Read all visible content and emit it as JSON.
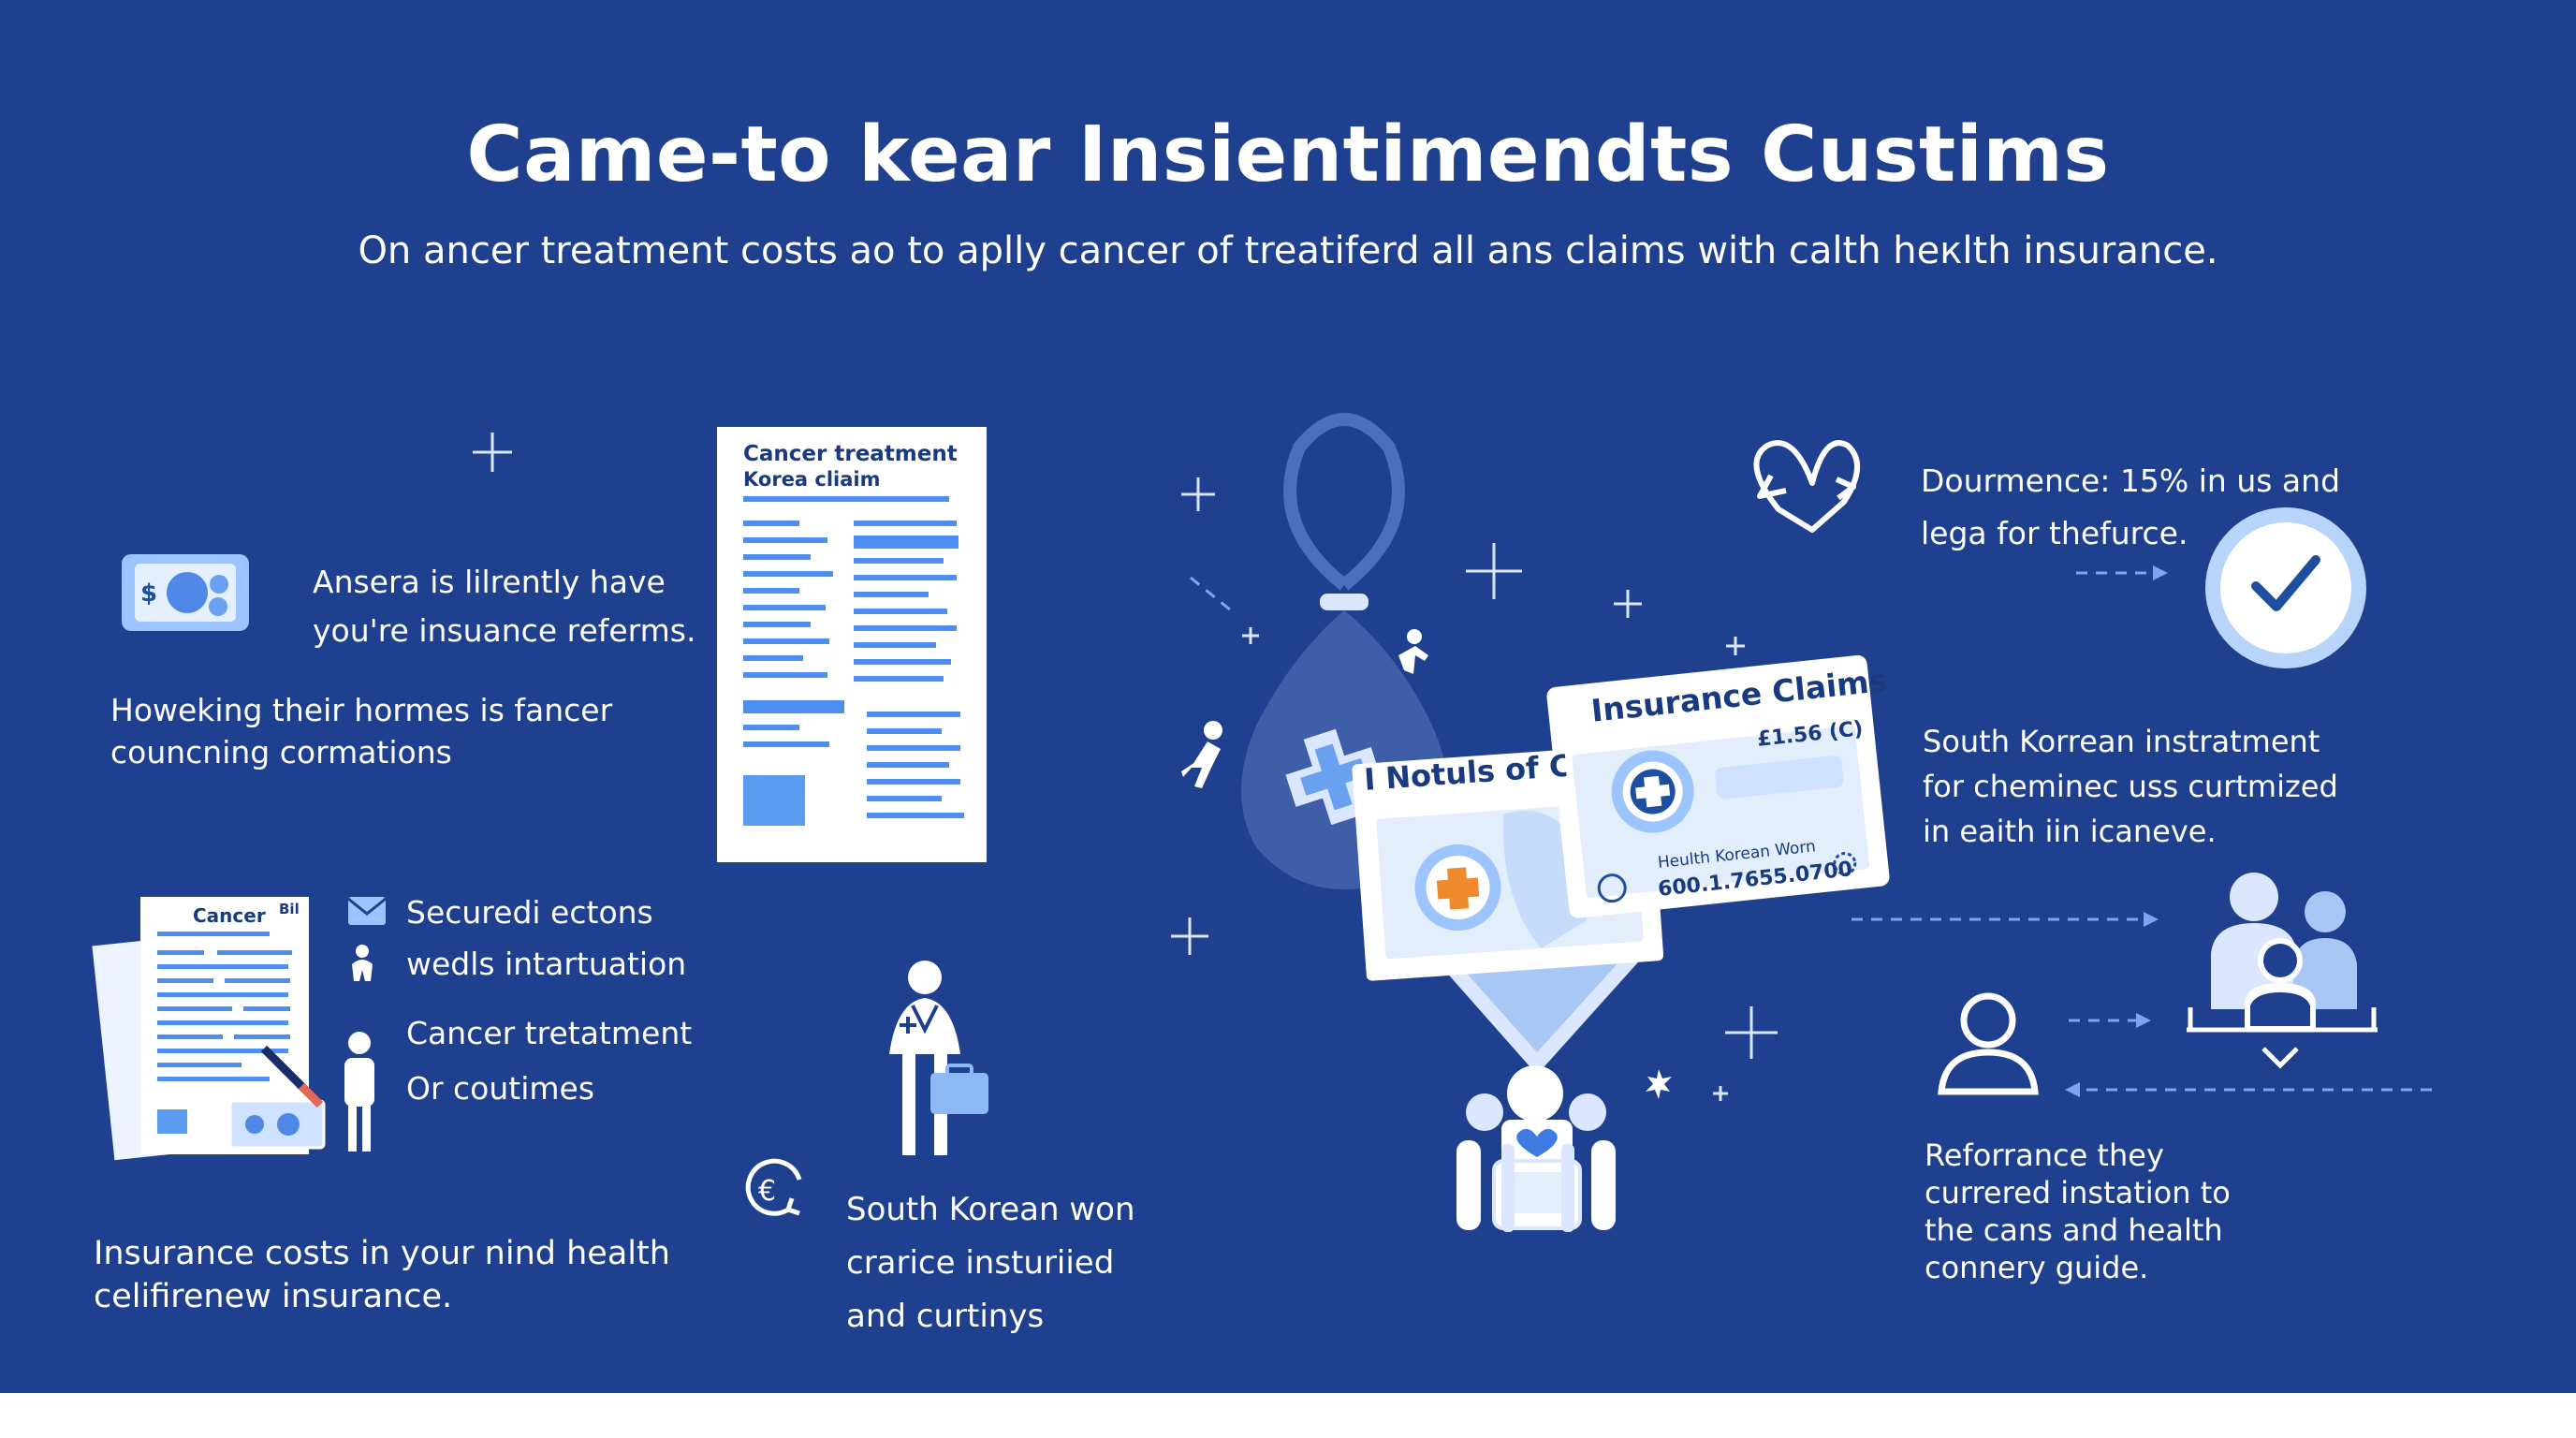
{
  "colors": {
    "background": "#1f3f8f",
    "panel_white": "#ffffff",
    "icon_light": "#cfe2ff",
    "accent_blue": "#5b9bf0",
    "accent_orange": "#f08a2c",
    "doc_line": "#4d8ef0"
  },
  "header": {
    "title": "Came-to kear Insientimendts Custims",
    "subtitle": "On ancer treatment costs ao to aplly cancer of treatiferd all ans claims with calth heкlth insurance."
  },
  "left": {
    "money_caption": [
      "Ansera is lilrently have",
      "you're insuance referms."
    ],
    "paragraph_1": [
      "Howeking their hormes is fancer",
      "councning cormations"
    ],
    "list_item_1": "Securedi ectons",
    "list_item_2": "wedls intartuation",
    "list_item_3": "Cancer tretatment",
    "list_item_4": "Or coutimes",
    "bottom_text": [
      "Insurance costs in your nind health",
      "celifirenew insurance."
    ]
  },
  "document": {
    "title_line_1": "Cancer treatment",
    "title_line_2": "Korea cliaim"
  },
  "small_doc": {
    "label": "Cancer",
    "corner": "Bil"
  },
  "center": {
    "bottom_text": [
      "South Korean won",
      "crarice insturiied",
      "and curtinys"
    ]
  },
  "cards": {
    "back_title": "I Notuls of Ca",
    "front_title": "Insurance Claims",
    "front_amount": "£1.56 (C)",
    "front_sub": "Heulth  Korean Worn",
    "front_number": "600.1.7655.0700"
  },
  "right": {
    "top_text": [
      "Dourmence:  15% in us and",
      "lega for thefurce."
    ],
    "mid_text": [
      "South Korrean instratment",
      "for cheminec uss curtmized",
      "in eaith iin icaneve."
    ],
    "bottom_text": [
      "Reforrance they",
      "currered instation to",
      "the cans and health",
      "connery guide."
    ]
  },
  "icons": [
    "money-icon",
    "document-icon",
    "envelope-icon",
    "person-icon",
    "doctor-icon",
    "briefcase-icon",
    "euro-refresh-icon",
    "drop-icon",
    "heart-icon",
    "clock-icon",
    "family-icon",
    "user-icon",
    "community-icon",
    "medical-cross-icon",
    "sparkle-icon"
  ]
}
